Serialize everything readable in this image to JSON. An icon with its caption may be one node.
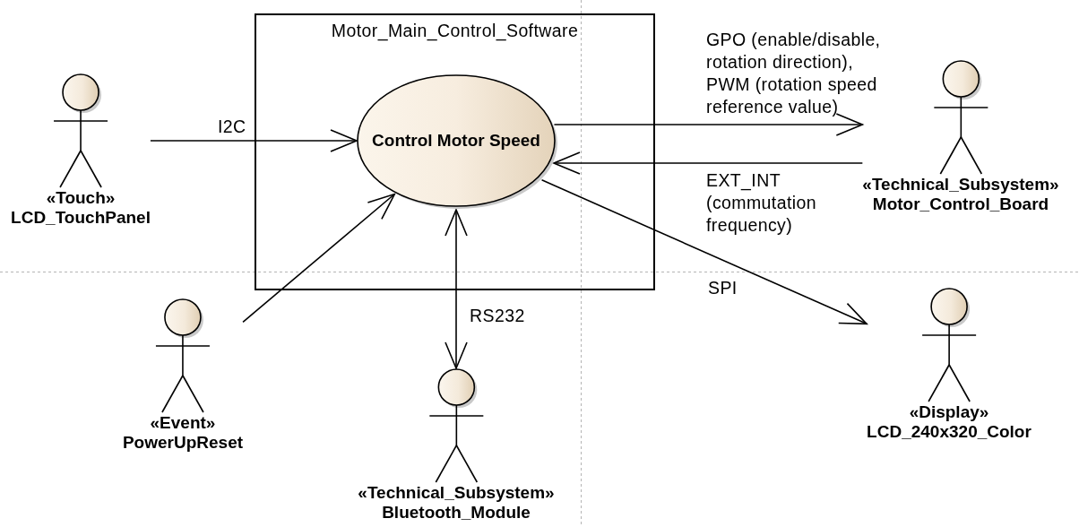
{
  "diagram": {
    "nodes": [
      {
        "text": [
          "Motor_Main_Control_Software"
        ]
      },
      {
        "text": [
          "Control Motor Speed"
        ],
        "in": 0
      },
      {
        "text": [
          "«Touch»",
          "LCD_TouchPanel"
        ]
      },
      {
        "text": [
          "«Technical_Subsystem»",
          "Motor_Control_Board"
        ]
      },
      {
        "text": [
          "«Event»",
          "PowerUpReset"
        ]
      },
      {
        "text": [
          "«Technical_Subsystem»",
          "Bluetooth_Module"
        ]
      },
      {
        "text": [
          "«Display»",
          "LCD_240x320_Color"
        ]
      }
    ],
    "edges": [
      {
        "from": 2,
        "to": 1,
        "arrow": "to",
        "label": "I2C"
      },
      {
        "from": 1,
        "to": 3,
        "arrow": "to",
        "label": "GPO (enable/disable, rotation direction), PWM (rotation speed reference value)"
      },
      {
        "from": 3,
        "to": 1,
        "arrow": "to",
        "label": "EXT_INT (commutation frequency)"
      },
      {
        "from": 1,
        "to": 6,
        "arrow": "to",
        "label": "SPI"
      },
      {
        "from": 4,
        "to": 1,
        "arrow": "to"
      },
      {
        "from": 1,
        "to": 5,
        "arrow": "both",
        "label": "RS232"
      }
    ]
  }
}
